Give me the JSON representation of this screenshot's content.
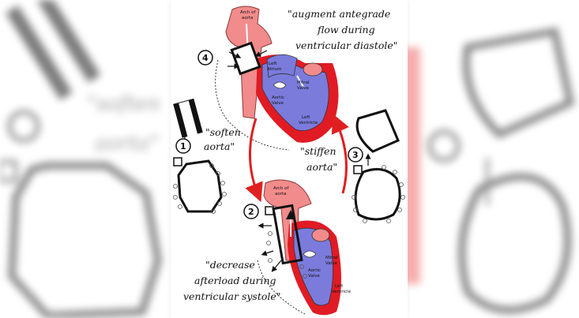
{
  "diagram": {
    "steps": [
      {
        "number": "1",
        "label_line1": "\"soften",
        "label_line2": "aorta\""
      },
      {
        "number": "2",
        "label_line1": "\"decrease",
        "label_line2": "afterload during",
        "label_line3": "ventricular systole\""
      },
      {
        "number": "3",
        "label_line1": "\"stiffen",
        "label_line2": "aorta\""
      },
      {
        "number": "4",
        "label_line1": "\"augment antegrade",
        "label_line2": "flow during",
        "label_line3": "ventricular diastole\""
      }
    ],
    "heart_labels": {
      "arch_line1": "Arch of",
      "arch_line2": "aorta",
      "left_atrium_line1": "Left",
      "left_atrium_line2": "Atrium",
      "mitral_line1": "Mitral",
      "mitral_line2": "Valve",
      "aortic_line1": "Aortic",
      "aortic_line2": "Valve",
      "ventricle_line1": "Left",
      "ventricle_line2": "Ventricle"
    },
    "colors": {
      "aorta": "#f28b8b",
      "ventricle": "#7b7bdc",
      "wall": "#e01b24",
      "arrow": "#e02020"
    }
  }
}
